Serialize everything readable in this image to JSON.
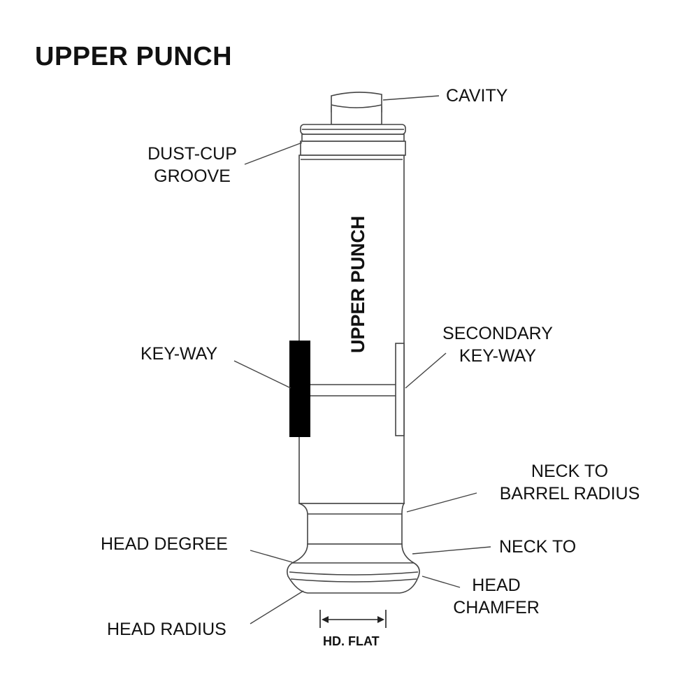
{
  "title": "UPPER PUNCH",
  "body_text": "UPPER PUNCH",
  "labels": {
    "cavity": [
      "CAVITY"
    ],
    "dust_cup_groove": [
      "DUST-CUP",
      "GROOVE"
    ],
    "secondary_key_way": [
      "SECONDARY",
      "KEY-WAY"
    ],
    "key_way": [
      "KEY-WAY"
    ],
    "neck_to_barrel_radius": [
      "NECK TO",
      "BARREL RADIUS"
    ],
    "head_degree": [
      "HEAD DEGREE"
    ],
    "neck_to": [
      "NECK TO"
    ],
    "head_chamfer": [
      "HEAD",
      "CHAMFER"
    ],
    "head_radius": [
      "HEAD RADIUS"
    ],
    "hd_flat": "HD. FLAT"
  },
  "colors": {
    "line": "#444444",
    "text": "#111111",
    "key": "#000000"
  }
}
